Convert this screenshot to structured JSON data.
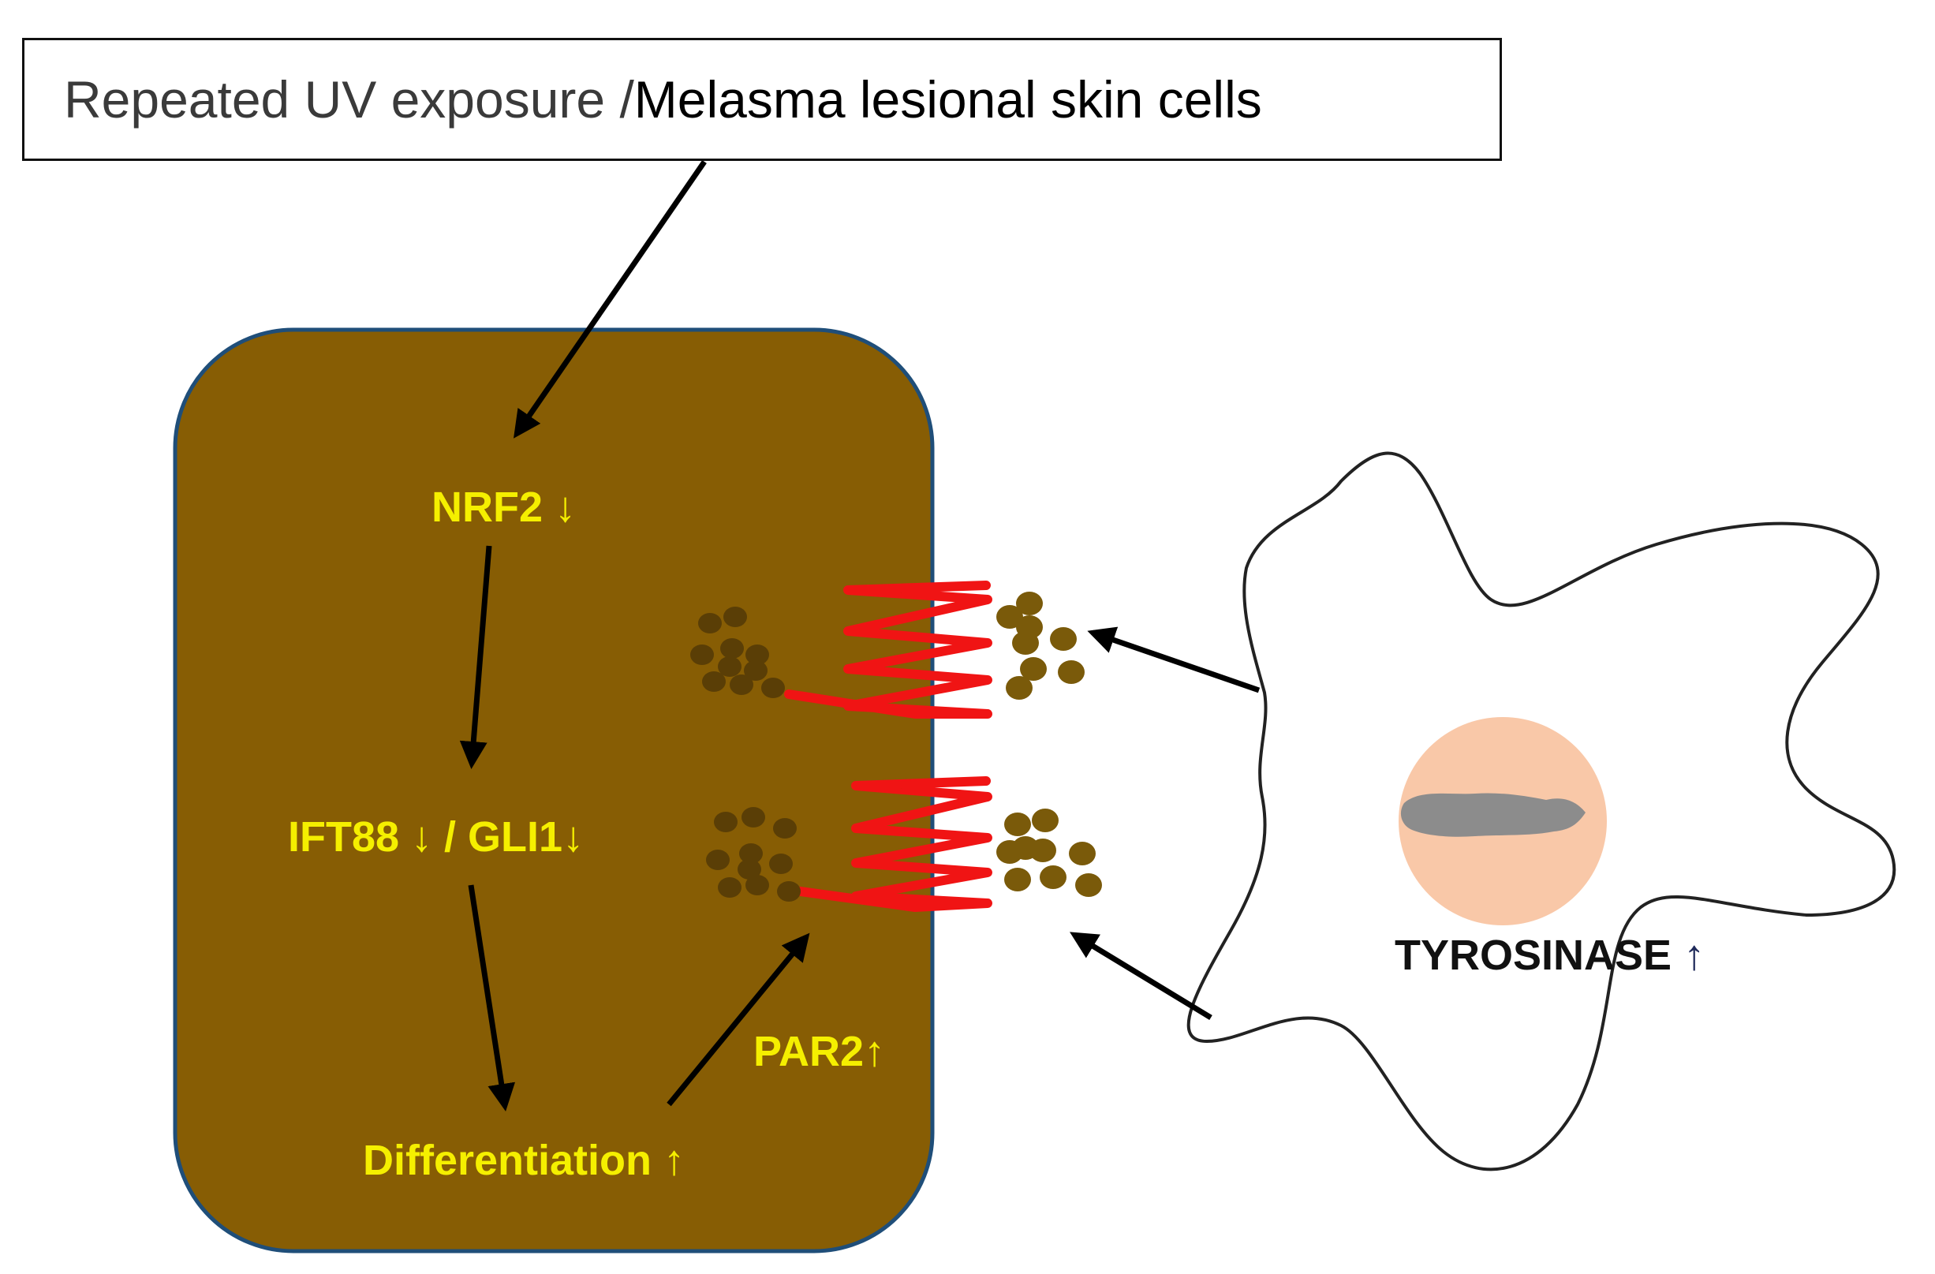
{
  "header": {
    "text_part1": "Repeated UV exposure / ",
    "text_part2": "Melasma lesional skin cells"
  },
  "keratinocyte": {
    "fill_color": "#875d04",
    "border_color": "#1f4e79",
    "labels": {
      "nrf2": "NRF2 ↓",
      "ift88_gli1": "IFT88 ↓ / GLI1↓",
      "differentiation": "Differentiation ↑",
      "par2": "PAR2↑"
    },
    "label_color": "#f5ef00"
  },
  "melanocyte": {
    "label_text": "TYROSINASE ",
    "label_arrow": "↑",
    "nucleus_color": "#f9c8a8",
    "chromatin_color": "#8c8c8c"
  },
  "receptor_color": "#f01414",
  "melanosome_color": "#7a5a0a",
  "internal_granule_color": "#5a3e06",
  "arrow_color": "#000000"
}
